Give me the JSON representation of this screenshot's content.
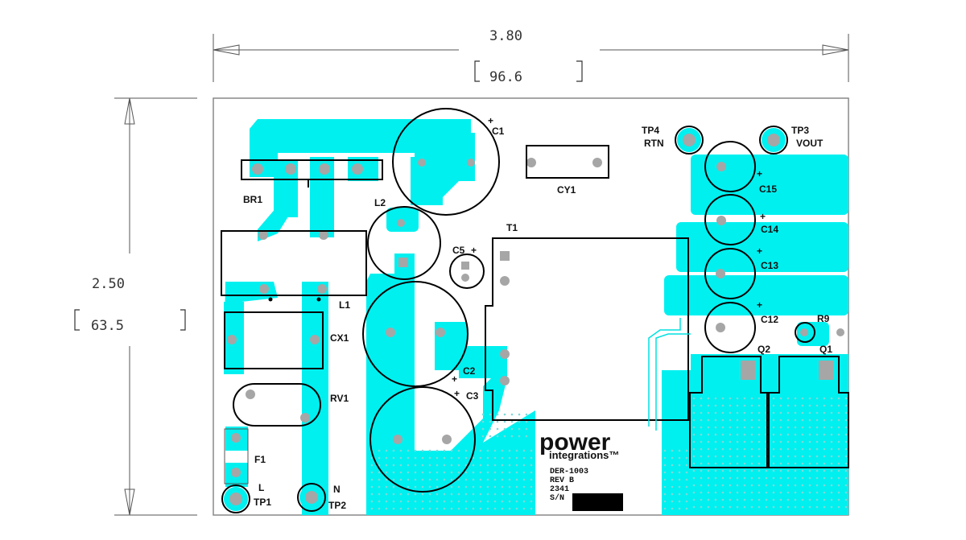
{
  "dimensions": {
    "width_in": "3.80",
    "width_mm": "96.6",
    "height_in": "2.50",
    "height_mm": "63.5"
  },
  "components": {
    "C1": "C1",
    "C2": "C2",
    "C3": "C3",
    "C5": "C5",
    "C12": "C12",
    "C13": "C13",
    "C14": "C14",
    "C15": "C15",
    "CY1": "CY1",
    "CX1": "CX1",
    "BR1": "BR1",
    "L1": "L1",
    "L2": "L2",
    "T1": "T1",
    "RV1": "RV1",
    "F1": "F1",
    "R9": "R9",
    "Q1": "Q1",
    "Q2": "Q2"
  },
  "test_points": {
    "TP1": "TP1",
    "TP2": "TP2",
    "TP3": "TP3",
    "TP4": "TP4",
    "L": "L",
    "N": "N",
    "VOUT": "VOUT",
    "RTN": "RTN"
  },
  "polarity_mark": "+",
  "logo": {
    "line1": "power",
    "line2": "integrations™"
  },
  "board_info": {
    "part": "DER-1003",
    "rev": "REV B",
    "date_code": "2341",
    "sn_label": "S/N"
  },
  "colors": {
    "copper": "#00f0f0",
    "pad": "#a6a6a6",
    "outline": "#000000"
  }
}
